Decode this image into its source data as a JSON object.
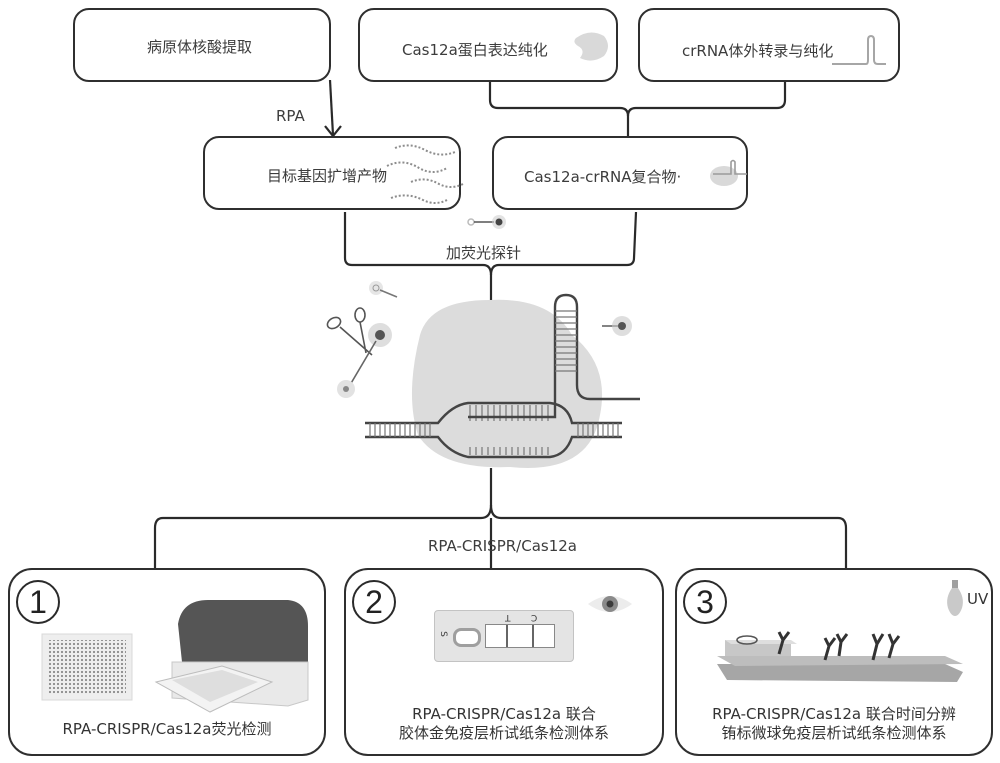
{
  "diagram": {
    "top_boxes": [
      {
        "id": "extraction",
        "label": "病原体核酸提取"
      },
      {
        "id": "cas12a_expression",
        "label": "Cas12a蛋白表达纯化",
        "icon": "cas12a-protein-icon"
      },
      {
        "id": "crrna_transcription",
        "label": "crRNA体外转录与纯化",
        "icon": "crrna-hairpin-icon"
      }
    ],
    "arrow_label": "RPA",
    "middle_boxes": [
      {
        "id": "amplification",
        "label": "目标基因扩增产物",
        "icon": "dna-strands-icon"
      },
      {
        "id": "complex",
        "label": "Cas12a-crRNA复合物·",
        "icon": "cas12a-crrna-complex-icon"
      }
    ],
    "probe_label": "加荧光探针",
    "center_illustration": "cas12a-cleavage-icon",
    "branch_label": "RPA-CRISPR/Cas12a",
    "panels": [
      {
        "number": "1",
        "lines": [
          "RPA-CRISPR/Cas12a荧光检测"
        ],
        "icon": "plate-reader-icon"
      },
      {
        "number": "2",
        "lines": [
          "RPA-CRISPR/Cas12a 联合",
          "胶体金免疫层析试纸条检测体系"
        ],
        "icon": "test-strip-icon",
        "strip_marks": {
          "sample": "S",
          "test": "T",
          "control": "C"
        }
      },
      {
        "number": "3",
        "lines": [
          "RPA-CRISPR/Cas12a 联合时间分辨",
          "铕标微球免疫层析试纸条检测体系"
        ],
        "icon": "lateral-flow-strip-icon",
        "uv_label": "UV"
      }
    ]
  }
}
